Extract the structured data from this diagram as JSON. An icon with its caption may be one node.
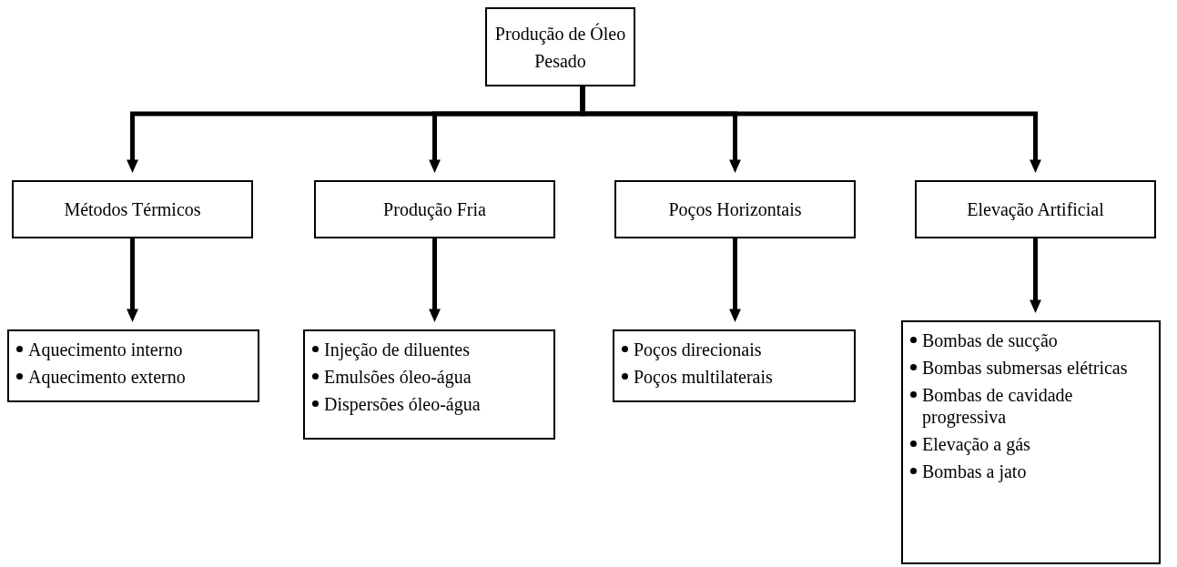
{
  "diagram": {
    "nodes": [
      {
        "text": [
          "Produção de Óleo Pesado"
        ]
      },
      {
        "text": [
          "Métodos Térmicos"
        ]
      },
      {
        "text": [
          "Produção Fria"
        ]
      },
      {
        "text": [
          "Poços Horizontais"
        ]
      },
      {
        "text": [
          "Elevação Artificial"
        ]
      },
      {
        "text": [
          "Aquecimento interno",
          "Aquecimento externo"
        ]
      },
      {
        "text": [
          "Injeção de diluentes",
          "Emulsões óleo-água",
          "Dispersões óleo-água"
        ]
      },
      {
        "text": [
          "Poços direcionais",
          "Poços multilaterais"
        ]
      },
      {
        "text": [
          "Bombas de sucção",
          "Bombas submersas elétricas",
          "Bombas de cavidade progressiva",
          "Elevação a gás",
          "Bombas a jato"
        ]
      }
    ],
    "edges": [
      {
        "from": 0,
        "to": 1,
        "arrow": "to"
      },
      {
        "from": 0,
        "to": 2,
        "arrow": "to"
      },
      {
        "from": 0,
        "to": 3,
        "arrow": "to"
      },
      {
        "from": 0,
        "to": 4,
        "arrow": "to"
      },
      {
        "from": 1,
        "to": 5,
        "arrow": "to"
      },
      {
        "from": 2,
        "to": 6,
        "arrow": "to"
      },
      {
        "from": 3,
        "to": 7,
        "arrow": "to"
      },
      {
        "from": 4,
        "to": 8,
        "arrow": "to"
      }
    ]
  }
}
